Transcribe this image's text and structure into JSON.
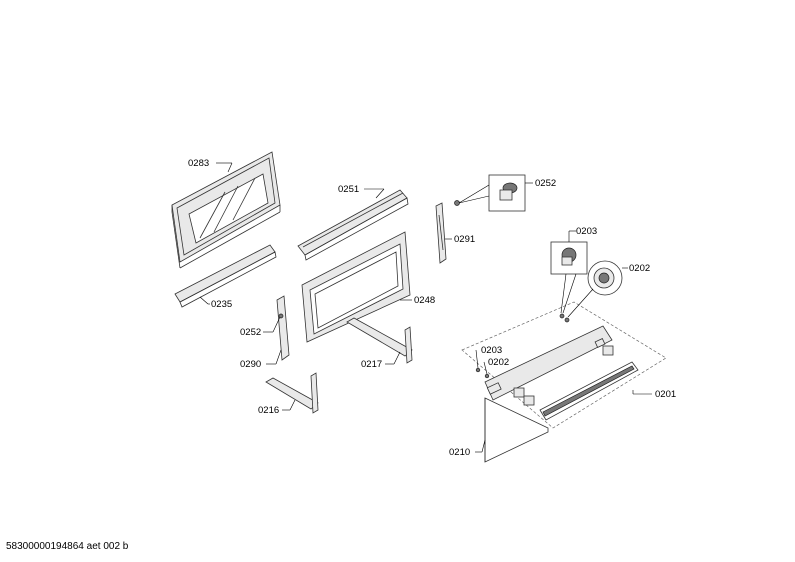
{
  "labels": {
    "p0283": "0283",
    "p0251": "0251",
    "p0252a": "0252",
    "p0291": "0291",
    "p0203a": "0203",
    "p0202a": "0202",
    "p0235": "0235",
    "p0248": "0248",
    "p0252b": "0252",
    "p0290": "0290",
    "p0217": "0217",
    "p0203b": "0203",
    "p0202b": "0202",
    "p0201": "0201",
    "p0216": "0216",
    "p0210": "0210"
  },
  "footer": "58300000194864 aet 002 b"
}
